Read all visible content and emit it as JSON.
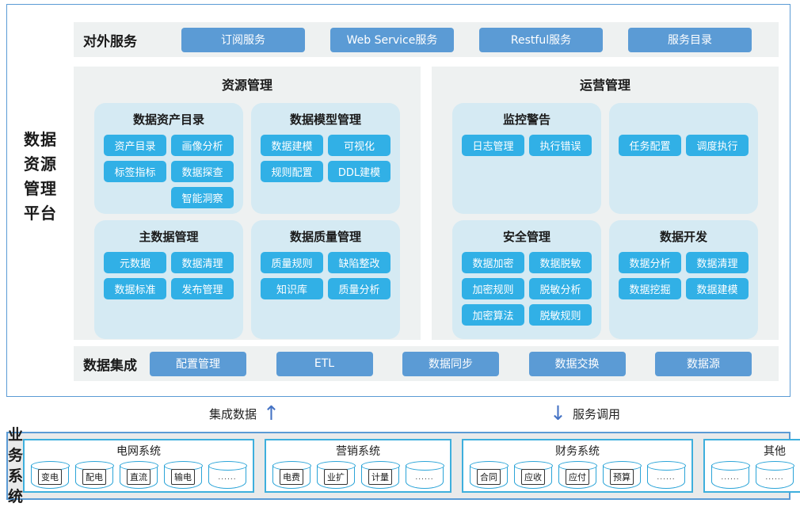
{
  "platform": {
    "title_lines": [
      "数据",
      "资源",
      "管理",
      "平台"
    ],
    "external_services": {
      "label": "对外服务",
      "buttons": [
        "订阅服务",
        "Web Service服务",
        "Restful服务",
        "服务目录"
      ]
    },
    "panels": [
      {
        "title": "资源管理",
        "groups": [
          {
            "title": "数据资产目录",
            "rows": [
              [
                "资产目录",
                "画像分析"
              ],
              [
                "标签指标",
                "数据探查"
              ],
              [
                "",
                "智能洞察"
              ]
            ]
          },
          {
            "title": "数据模型管理",
            "rows": [
              [
                "数据建模",
                "可视化"
              ],
              [
                "规则配置",
                "DDL建模"
              ]
            ]
          },
          {
            "title": "主数据管理",
            "rows": [
              [
                "元数据",
                "数据清理"
              ],
              [
                "数据标准",
                "发布管理"
              ]
            ]
          },
          {
            "title": "数据质量管理",
            "rows": [
              [
                "质量规则",
                "缺陷整改"
              ],
              [
                "知识库",
                "质量分析"
              ]
            ]
          }
        ]
      },
      {
        "title": "运营管理",
        "groups": [
          {
            "title": "监控警告",
            "rows": [
              [
                "日志管理",
                "执行错误"
              ]
            ]
          },
          {
            "title": "",
            "rows": [
              [
                "任务配置",
                "调度执行"
              ]
            ]
          },
          {
            "title": "安全管理",
            "rows": [
              [
                "数据加密",
                "数据脱敏"
              ],
              [
                "加密规则",
                "脱敏分析"
              ],
              [
                "加密算法",
                "脱敏规则"
              ]
            ]
          },
          {
            "title": "数据开发",
            "rows": [
              [
                "数据分析",
                "数据清理"
              ],
              [
                "数据挖掘",
                "数据建模"
              ]
            ]
          }
        ]
      }
    ],
    "data_integration": {
      "label": "数据集成",
      "buttons": [
        "配置管理",
        "ETL",
        "数据同步",
        "数据交换",
        "数据源"
      ]
    }
  },
  "flows": [
    {
      "label": "集成数据",
      "direction": "up",
      "arrow_glyph": "↑"
    },
    {
      "label": "服务调用",
      "direction": "down",
      "arrow_glyph": "↓"
    }
  ],
  "business_systems": {
    "label_lines": [
      "业务",
      "系统"
    ],
    "groups": [
      {
        "title": "电网系统",
        "items": [
          "变电",
          "配电",
          "直流",
          "输电",
          "......"
        ]
      },
      {
        "title": "营销系统",
        "items": [
          "电费",
          "业扩",
          "计量",
          "......"
        ]
      },
      {
        "title": "财务系统",
        "items": [
          "合同",
          "应收",
          "应付",
          "预算",
          "......"
        ]
      },
      {
        "title": "其他",
        "items": [
          "......",
          "......",
          "......"
        ]
      }
    ]
  },
  "colors": {
    "primary_blue": "#5b9bd5",
    "cyan_button": "#31b0e6",
    "subpanel_bg": "#d5eaf3",
    "strip_bg": "#eef1f1",
    "outer_border": "#5b9bd5",
    "business_bg": "#e9eaea",
    "group_border": "#3eafdd",
    "cylinder_border": "#2ba4d8",
    "arrow_blue": "#4472c4"
  }
}
